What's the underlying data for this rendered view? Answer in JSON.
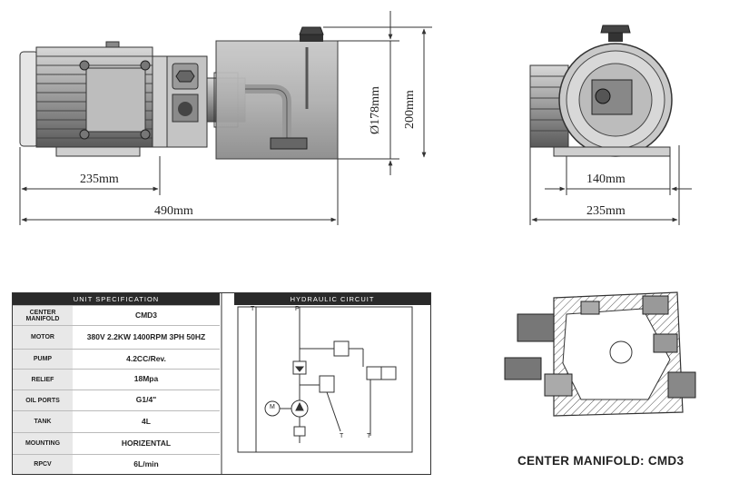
{
  "dimensions": {
    "side_motor_length": "235mm",
    "side_total_length": "490mm",
    "tank_diameter": "Ø178mm",
    "tank_height": "200mm",
    "end_mount_width": "140mm",
    "end_total_width": "235mm"
  },
  "spec_table": {
    "title": "UNIT SPECIFICATION",
    "rows": [
      {
        "label": "CENTER MANIFOLD",
        "value": "CMD3"
      },
      {
        "label": "MOTOR",
        "value": "380V 2.2KW 1400RPM 3PH 50HZ"
      },
      {
        "label": "PUMP",
        "value": "4.2CC/Rev."
      },
      {
        "label": "RELIEF",
        "value": "18Mpa"
      },
      {
        "label": "OIL PORTS",
        "value": "G1/4\""
      },
      {
        "label": "TANK",
        "value": "4L"
      },
      {
        "label": "MOUNTING",
        "value": "HORIZENTAL"
      },
      {
        "label": "RPCV",
        "value": "6L/min"
      }
    ]
  },
  "circuit": {
    "title": "HYDRAULIC CIRCUIT",
    "labels": {
      "t_top": "T",
      "p_top": "P",
      "t_bottom_1": "T",
      "t_bottom_2": "T",
      "motor": "M"
    }
  },
  "manifold_caption": "CENTER MANIFOLD: CMD3"
}
